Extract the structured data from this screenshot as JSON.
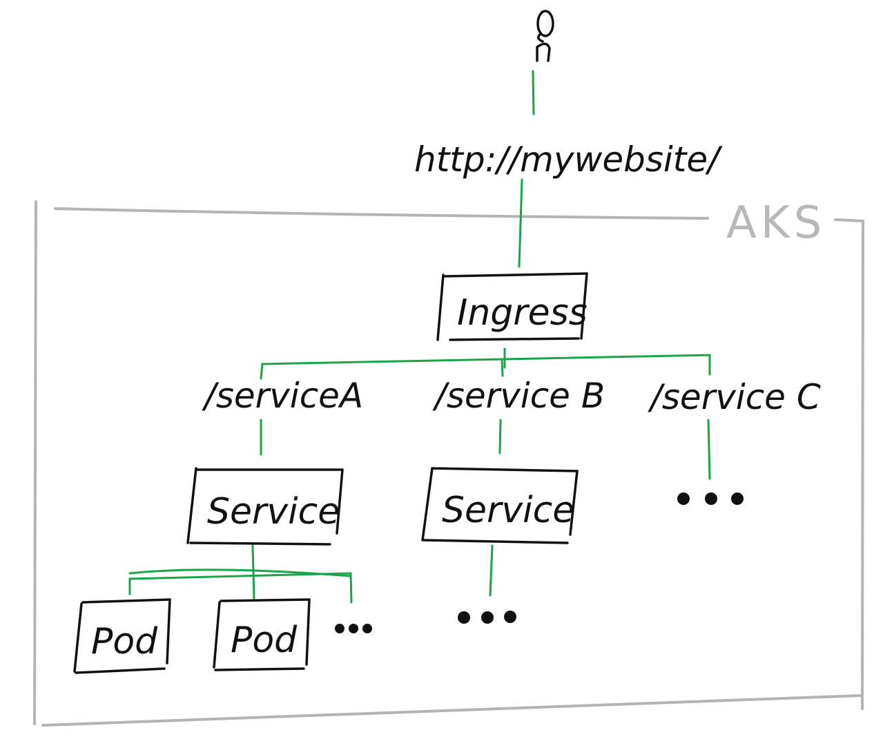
{
  "diagram": {
    "user_icon": "person-icon",
    "url_label": "http://mywebsite/",
    "cluster_label": "AKS",
    "ingress_label": "Ingress",
    "routes": [
      {
        "path": "/serviceA"
      },
      {
        "path": "/service B"
      },
      {
        "path": "/service C"
      }
    ],
    "service_a_label": "Service",
    "service_b_label": "Service",
    "service_c_more": "•••",
    "service_b_more": "•••",
    "pods": [
      {
        "label": "Pod"
      },
      {
        "label": "Pod"
      }
    ],
    "pods_more": "•••",
    "colors": {
      "connector": "#1aa34a",
      "cluster_border": "#b4b4b4",
      "ink": "#111111"
    }
  }
}
